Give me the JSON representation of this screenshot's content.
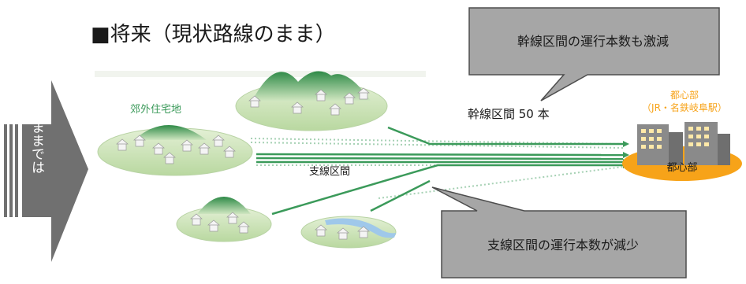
{
  "title": "■将来（現状路線のまま）",
  "callout_top": "幹線区間の運行本数も激減",
  "callout_bottom": "支線区間の運行本数が減少",
  "side_arrow_label": "このままでは",
  "label_suburb": "郊外住宅地",
  "label_trunk": "幹線区間 50 本",
  "label_branch": "支線区間",
  "label_center_line1": "都心部",
  "label_center_line2": "（JR・名鉄岐阜駅）",
  "label_center_base": "都心部",
  "colors": {
    "route_green": "#3b9a5a",
    "hill_green": "#3f9a55",
    "town_fill": "#d7e9c4",
    "center_orange": "#f7a319",
    "callout_gray": "#a6a6a6",
    "arrow_gray": "#707070",
    "river_blue": "#9fc8ea"
  }
}
